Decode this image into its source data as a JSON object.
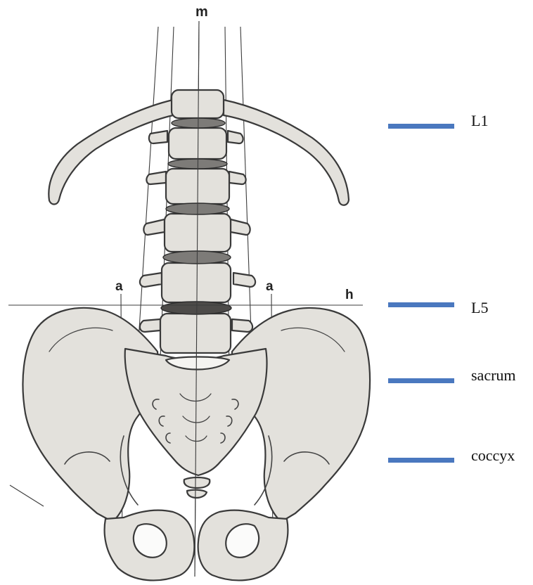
{
  "diagram": {
    "letters": {
      "m": "m",
      "h": "h",
      "a_left": "a",
      "a_right": "a"
    },
    "legend": [
      {
        "label": "L1"
      },
      {
        "label": "L5"
      },
      {
        "label": "sacrum"
      },
      {
        "label": "coccyx"
      }
    ],
    "colors": {
      "marker": "#4a78bf",
      "bone_fill": "#e3e1dc",
      "outline": "#3a3a3a",
      "disc": "#7d7b78"
    }
  }
}
